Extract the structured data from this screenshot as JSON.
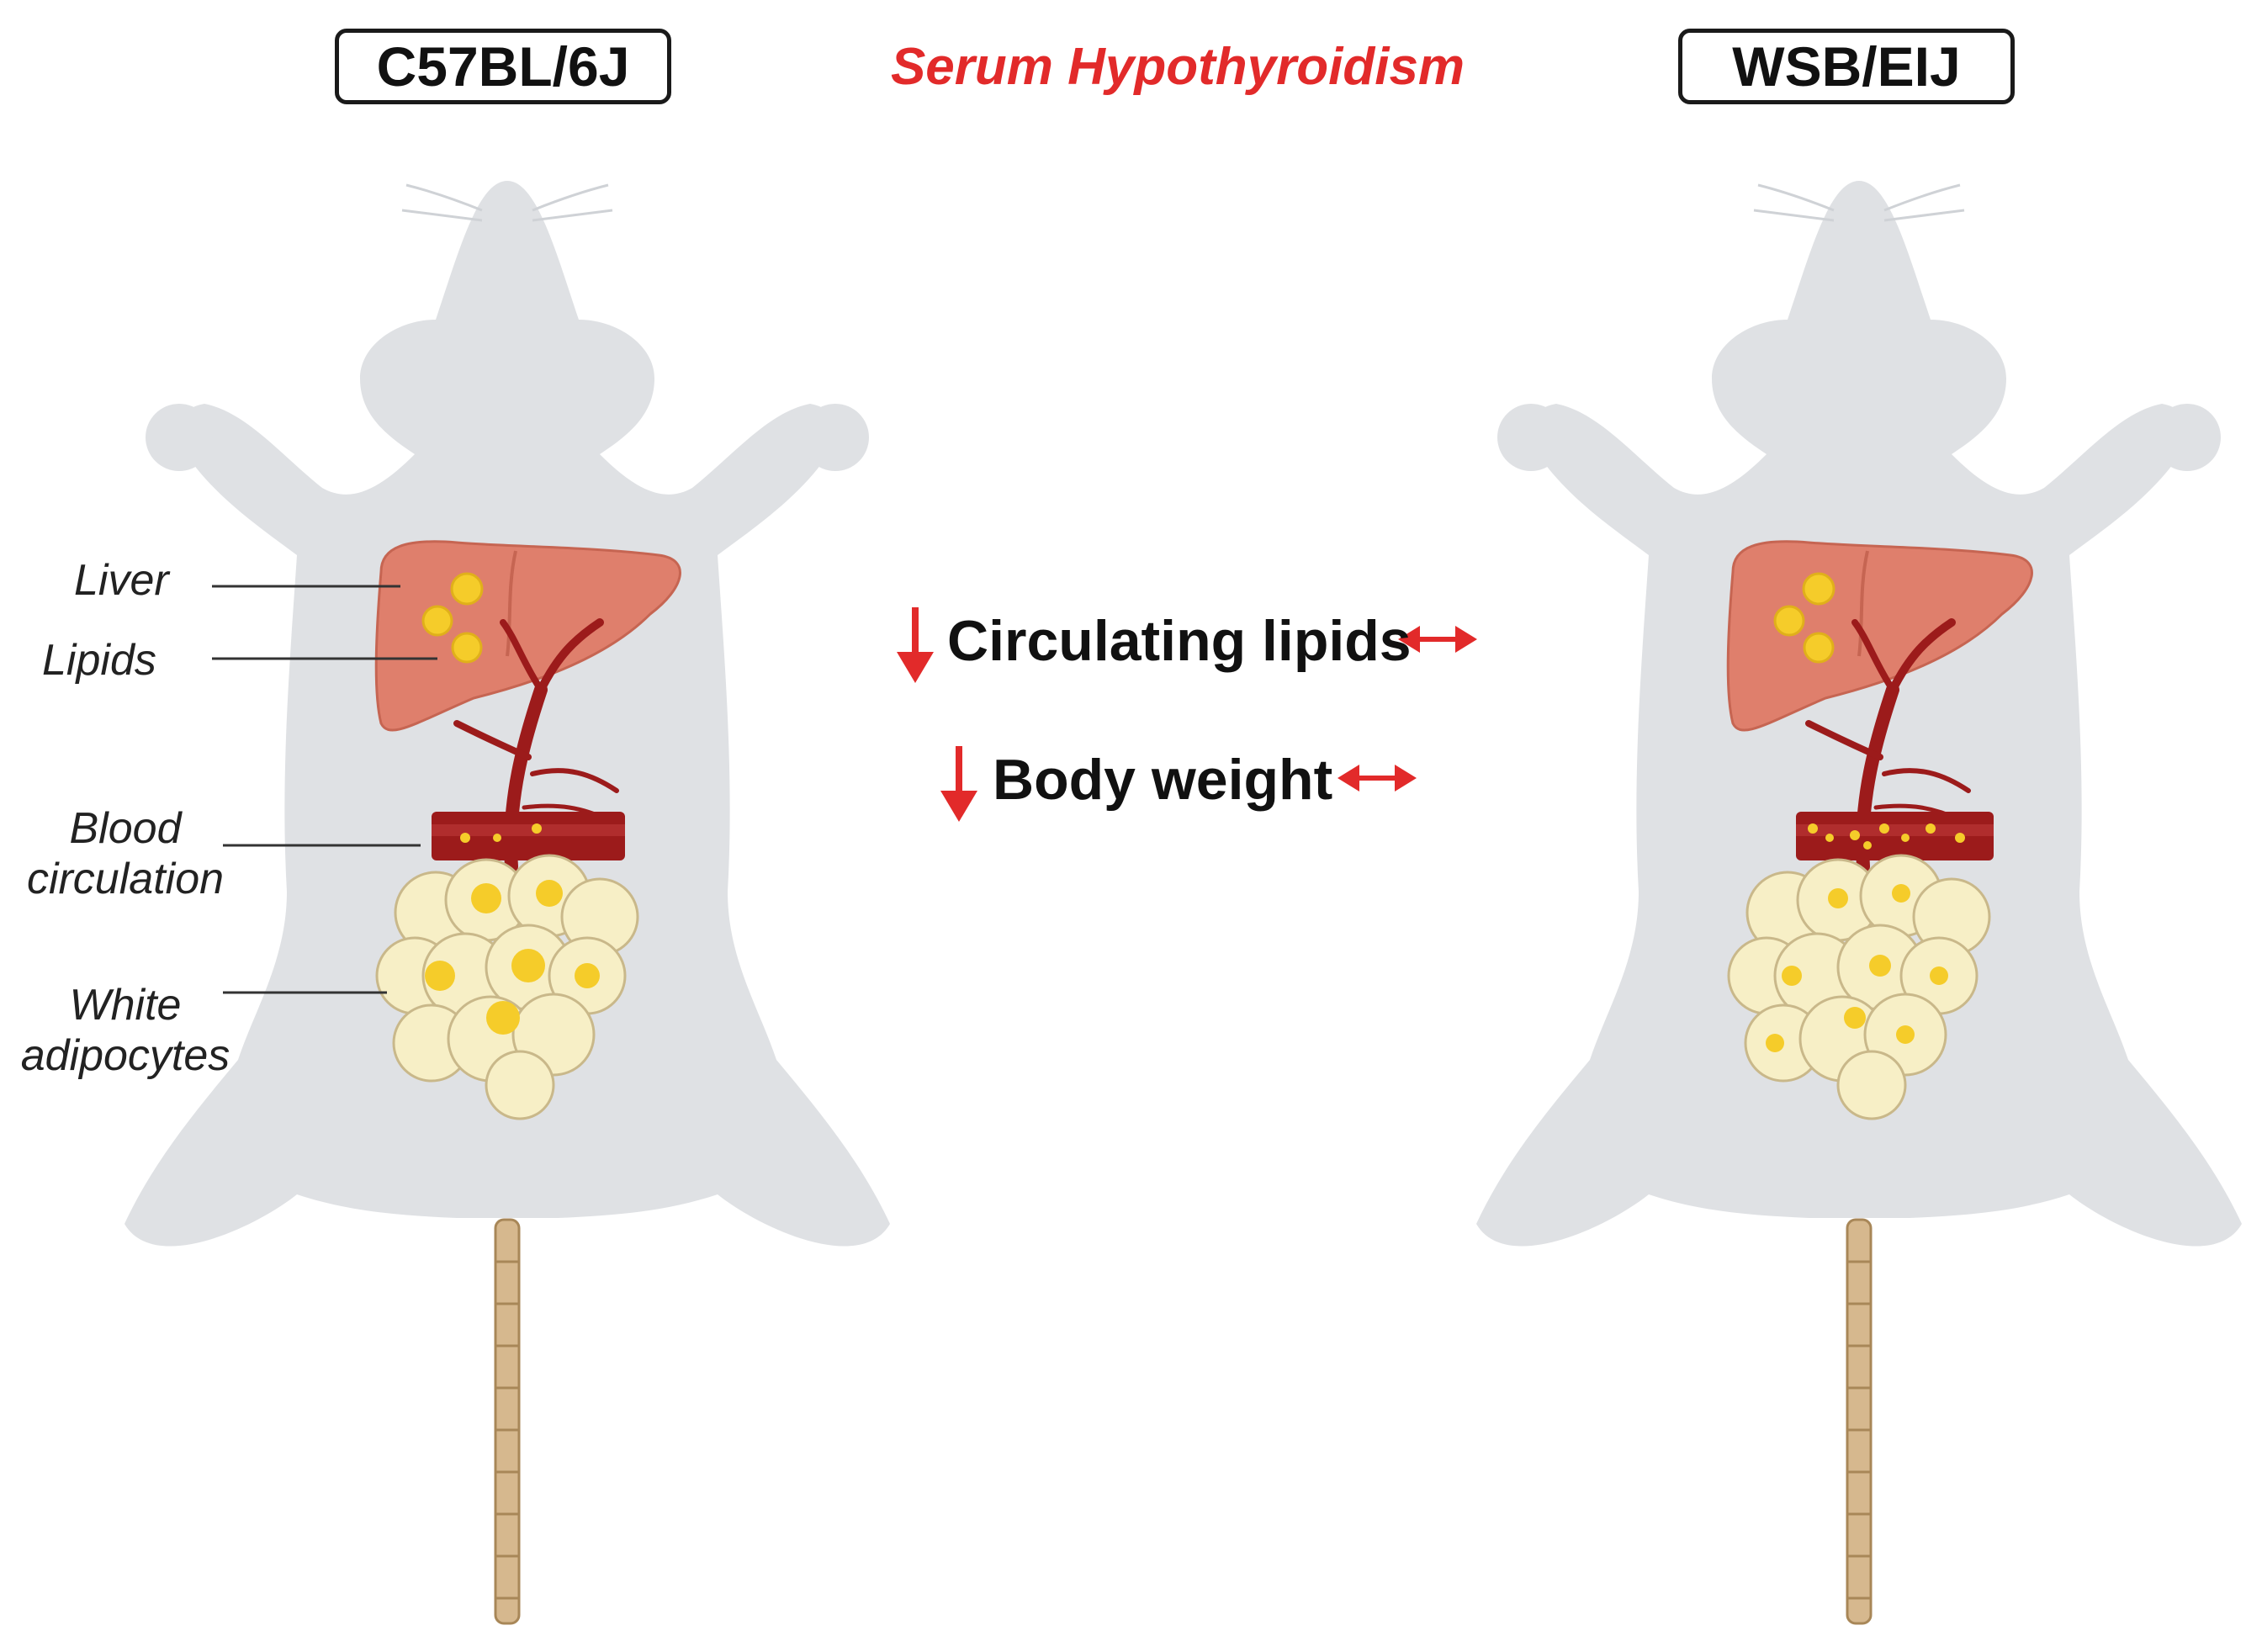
{
  "header": {
    "left_strain": "C57BL/6J",
    "right_strain": "WSB/EIJ",
    "condition": "Serum Hypothyroidism"
  },
  "labels": {
    "liver": "Liver",
    "lipids": "Lipids",
    "blood_line1": "Blood",
    "blood_line2": "circulation",
    "adipo_line1": "White",
    "adipo_line2": "adipocytes"
  },
  "effects": [
    {
      "text": "Circulating lipids",
      "left_strain_change": "decrease",
      "right_strain_change": "no-change"
    },
    {
      "text": "Body weight",
      "left_strain_change": "decrease",
      "right_strain_change": "no-change"
    }
  ],
  "colors": {
    "mouse": "#dfe1e4",
    "liver": "#df7f6c",
    "blood": "#9c1b1b",
    "lipid": "#f5cc2a",
    "adipocyte": "#f7efc6",
    "accent_red": "#e22a2a",
    "tail": "#d6b88e"
  }
}
